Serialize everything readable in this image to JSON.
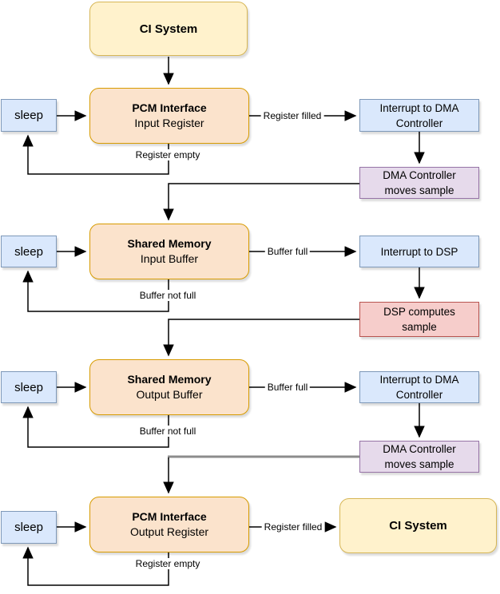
{
  "diagram": {
    "description": "Audio sample flow between CI System, PCM interfaces, shared memory buffers, DMA controller and DSP",
    "colors": {
      "yellow_fill": "#FFF2CC",
      "yellow_stroke": "#D6B656",
      "orange_fill": "#FBE3CC",
      "orange_stroke": "#D79B00",
      "blue_fill": "#DAE8FC",
      "blue_stroke": "#7E98B8",
      "purple_fill": "#E6DAEB",
      "purple_stroke": "#9673A6",
      "red_fill": "#F6CDCB",
      "red_stroke": "#B85450",
      "wire_black": "#000000",
      "wire_gray": "#8C8C8C"
    },
    "nodes": {
      "ci_top": {
        "label": "CI System"
      },
      "pcm_in": {
        "title": "PCM Interface",
        "subtitle": "Input Register"
      },
      "sleep": {
        "label": "sleep"
      },
      "int_dma": {
        "line1": "Interrupt to DMA",
        "line2": "Controller"
      },
      "dma_moves": {
        "line1": "DMA Controller",
        "line2": "moves sample"
      },
      "shm_in": {
        "title": "Shared Memory",
        "subtitle": "Input Buffer"
      },
      "int_dsp": {
        "label": "Interrupt to DSP"
      },
      "dsp": {
        "line1": "DSP computes",
        "line2": "sample"
      },
      "shm_out": {
        "title": "Shared Memory",
        "subtitle": "Output Buffer"
      },
      "pcm_out": {
        "title": "PCM Interface",
        "subtitle": "Output Register"
      },
      "ci_bottom": {
        "label": "CI System"
      }
    },
    "edge_labels": {
      "register_filled": "Register filled",
      "register_empty": "Register empty",
      "buffer_full": "Buffer full",
      "buffer_not_full": "Buffer not full"
    }
  }
}
